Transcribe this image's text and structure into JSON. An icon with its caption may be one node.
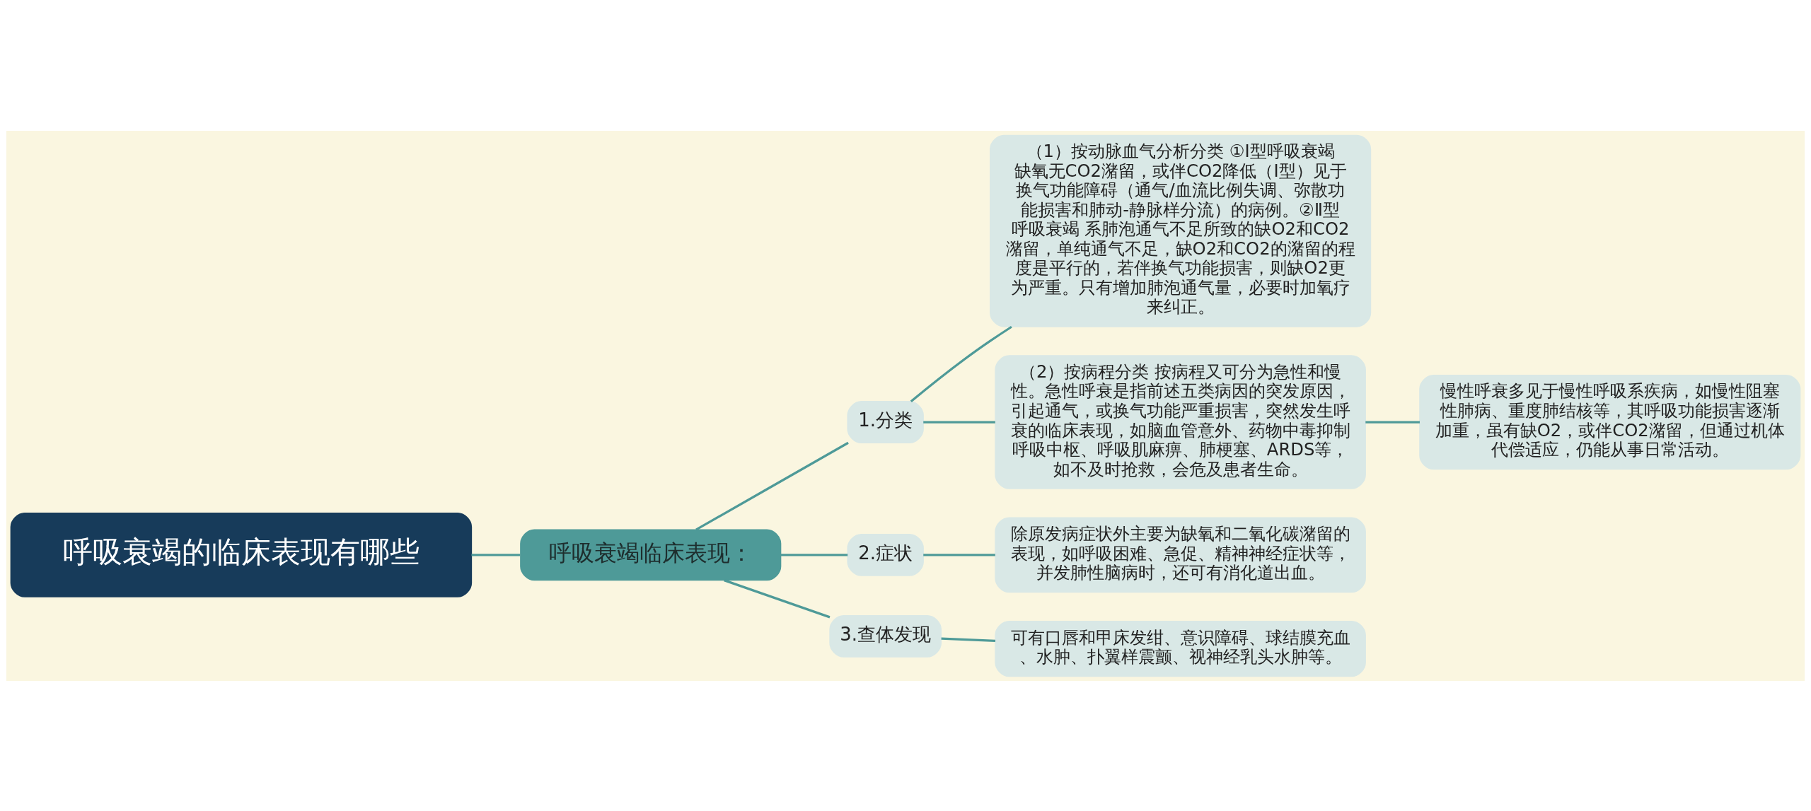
{
  "diagram": {
    "nodes": [
      {
        "text": [
          "呼吸衰竭的临床表现有哪些"
        ]
      },
      {
        "text": [
          "呼吸衰竭临床表现："
        ]
      },
      {
        "text": [
          "1.分类"
        ]
      },
      {
        "text": [
          "（1）按动脉血气分析分类 ①Ⅰ型呼吸衰竭缺氧无CO2潴留，或伴CO2降低（Ⅰ型）见于换气功能障碍（通气/血流比例失调、弥散功能损害和肺动-静脉样分流）的病例。②Ⅱ型呼吸衰竭 系肺泡通气不足所致的缺O2和CO2潴留，单纯通气不足，缺O2和CO2的潴留的程度是平行的，若伴换气功能损害，则缺O2更为严重。只有增加肺泡通气量，必要时加氧疗来纠正。"
        ]
      },
      {
        "text": [
          "（2）按病程分类 按病程又可分为急性和慢性。急性呼衰是指前述五类病因的突发原因，引起通气，或换气功能严重损害，突然发生呼衰的临床表现，如脑血管意外、药物中毒抑制呼吸中枢、呼吸肌麻痹、肺梗塞、ARDS等，如不及时抢救，会危及患者生命。"
        ]
      },
      {
        "text": [
          "慢性呼衰多见于慢性呼吸系疾病，如慢性阻塞性肺病、重度肺结核等，其呼吸功能损害逐渐加重，虽有缺O2，或伴CO2潴留，但通过机体代偿适应，仍能从事日常活动。"
        ]
      },
      {
        "text": [
          "2.症状"
        ]
      },
      {
        "text": [
          "除原发病症状外主要为缺氧和二氧化碳潴留的表现，如呼吸困难、急促、精神神经症状等，并发肺性脑病时，还可有消化道出血。"
        ]
      },
      {
        "text": [
          "3.查体发现"
        ]
      },
      {
        "text": [
          "可有口唇和甲床发绀、意识障碍、球结膜充血、水肿、扑翼样震颤、视神经乳头水肿等。"
        ]
      }
    ],
    "edges": [
      {
        "from": 0,
        "to": 1,
        "arrow": "none"
      },
      {
        "from": 1,
        "to": 2,
        "arrow": "none"
      },
      {
        "from": 2,
        "to": 3,
        "arrow": "none"
      },
      {
        "from": 2,
        "to": 4,
        "arrow": "none"
      },
      {
        "from": 4,
        "to": 5,
        "arrow": "none"
      },
      {
        "from": 1,
        "to": 6,
        "arrow": "none"
      },
      {
        "from": 6,
        "to": 7,
        "arrow": "none"
      },
      {
        "from": 1,
        "to": 8,
        "arrow": "none"
      },
      {
        "from": 8,
        "to": 9,
        "arrow": "none"
      }
    ]
  }
}
